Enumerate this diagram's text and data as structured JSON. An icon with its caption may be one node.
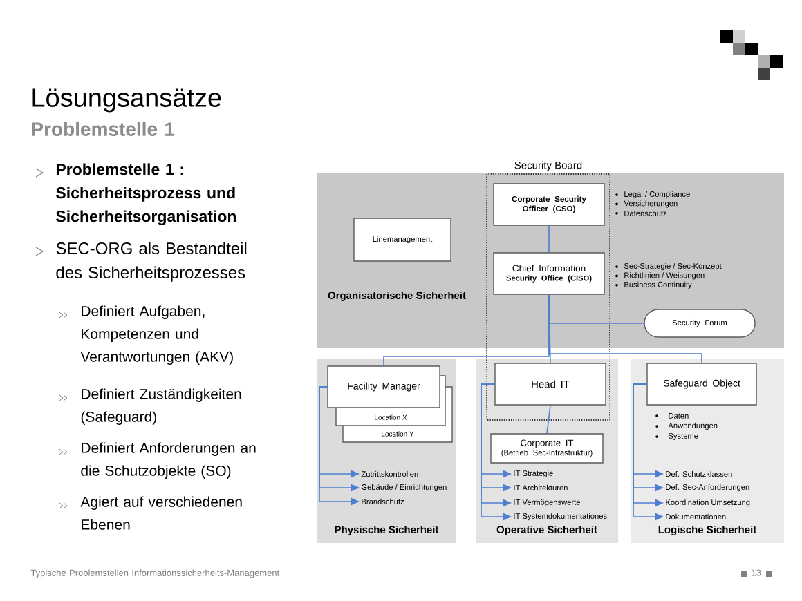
{
  "diagram": {
    "title": "Lösungsansätze",
    "nodes": [
      {
        "text": [
          "Organisatorische Sicherheit"
        ]
      },
      {
        "text": [
          "Linemanagement"
        ],
        "in": 0
      },
      {
        "text": [
          "Corporate Security Officer (CSO)"
        ],
        "in": 0,
        "beside": [
          "Legal / Compliance",
          "Versicherungen",
          "Datenschutz"
        ]
      },
      {
        "text": [
          "Chief Information",
          "Security Office (CISO)"
        ],
        "in": 0,
        "beside": [
          "Sec-Strategie / Sec-Konzept",
          "Richtlinien / Weisungen",
          "Business Continuity"
        ]
      },
      {
        "text": [
          "Security Forum"
        ],
        "in": 0
      },
      {
        "text": [
          "Physische Sicherheit"
        ]
      },
      {
        "text": [
          "Facility Manager"
        ],
        "in": 5
      },
      {
        "text": [
          "Location X"
        ],
        "in": 5
      },
      {
        "text": [
          "Location Y"
        ],
        "in": 5
      },
      {
        "text": [
          "Zutrittskontrollen"
        ],
        "in": 5
      },
      {
        "text": [
          "Gebäude / Einrichtungen"
        ],
        "in": 5
      },
      {
        "text": [
          "Brandschutz"
        ],
        "in": 5
      },
      {
        "text": [
          "Operative Sicherheit"
        ]
      },
      {
        "text": [
          "Head IT"
        ],
        "in": 12
      },
      {
        "text": [
          "Corporate IT",
          "(Betrieb Sec-Infrastruktur)"
        ],
        "in": 12
      },
      {
        "text": [
          "IT Strategie"
        ],
        "in": 12
      },
      {
        "text": [
          "IT Architekturen"
        ],
        "in": 12
      },
      {
        "text": [
          "IT Vermögenswerte"
        ],
        "in": 12
      },
      {
        "text": [
          "IT Systemdokumentationes"
        ],
        "in": 12
      },
      {
        "text": [
          "Logische Sicherheit"
        ]
      },
      {
        "text": [
          "Safeguard Object"
        ],
        "in": 19,
        "beside": [
          "Daten",
          "Anwendungen",
          "Systeme"
        ]
      },
      {
        "text": [
          "Def. Schutzklassen"
        ],
        "in": 19
      },
      {
        "text": [
          "Def. Sec-Anforderungen"
        ],
        "in": 19
      },
      {
        "text": [
          "Koordination Umsetzung"
        ],
        "in": 19
      },
      {
        "text": [
          "Dokumentationen"
        ],
        "in": 19
      }
    ],
    "edges": [
      {
        "from": 2,
        "to": 3,
        "arrow": "none"
      },
      {
        "from": 3,
        "to": 13,
        "arrow": "none"
      },
      {
        "from": 3,
        "to": 4,
        "arrow": "none"
      },
      {
        "from": 3,
        "to": 6,
        "arrow": "none"
      },
      {
        "from": 3,
        "to": 20,
        "arrow": "none"
      },
      {
        "from": 13,
        "to": 14,
        "arrow": "none"
      },
      {
        "from": 6,
        "to": 9,
        "arrow": "to"
      },
      {
        "from": 6,
        "to": 10,
        "arrow": "to"
      },
      {
        "from": 6,
        "to": 11,
        "arrow": "to"
      },
      {
        "from": 13,
        "to": 15,
        "arrow": "to"
      },
      {
        "from": 13,
        "to": 16,
        "arrow": "to"
      },
      {
        "from": 13,
        "to": 17,
        "arrow": "to"
      },
      {
        "from": 13,
        "to": 18,
        "arrow": "to"
      },
      {
        "from": 20,
        "to": 21,
        "arrow": "to"
      },
      {
        "from": 20,
        "to": 22,
        "arrow": "to"
      },
      {
        "from": 20,
        "to": 23,
        "arrow": "to"
      },
      {
        "from": 20,
        "to": 24,
        "arrow": "to"
      }
    ],
    "labels": [
      "Problemstelle 1",
      "Problemstelle 1 : Sicherheitsprozess und Sicherheitsorganisation",
      "SEC-ORG als Bestandteil des Sicherheitsprozesses",
      "Definiert Aufgaben, Kompetenzen und Verantwortungen (AKV)",
      "Definiert Zuständigkeiten (Safeguard)",
      "Definiert Anforderungen an die Schutzobjekte (SO)",
      "Agiert auf verschiedenen Ebenen",
      "Security Board",
      "Typische Problemstellen Informationssicherheits-Management",
      "13"
    ]
  }
}
